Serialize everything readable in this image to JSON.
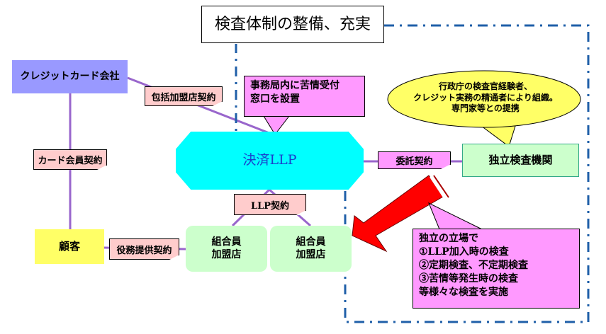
{
  "title": "検査体制の整備、充実",
  "nodes": {
    "credit_card_company": "クレジットカード会社",
    "settlement_llp": "決済LLP",
    "member_store_1": [
      "組合員",
      "加盟店"
    ],
    "member_store_2": [
      "組合員",
      "加盟店"
    ],
    "customer": "顧客",
    "independent_inspection": "独立検査機関"
  },
  "contracts": {
    "comprehensive_merchant": "包括加盟店契約",
    "card_member": "カード会員契約",
    "service_provision": "役務提供契約",
    "llp_contract": "LLP契約",
    "consignment": "委託契約"
  },
  "callouts": {
    "complaint_window": [
      "事務局内に苦情受付",
      "窓口を設置"
    ],
    "experts": [
      "行政庁の検査官経験者、",
      "クレジット実務の精通者により組織。",
      "専門家等との提携"
    ],
    "inspections": [
      "独立の立場で",
      "①LLP加入時の検査",
      "②定期検査、不定期検査",
      "③苦情等発生時の検査",
      "等様々な検査を実施"
    ]
  },
  "colors": {
    "credit_card_company": "#9999ff",
    "llp": "#00ffff",
    "llp_text": "#1a3fcc",
    "member": "#ccffcc",
    "customer": "#ffff66",
    "contract_note": "#ffcccc",
    "pink_callout": "#ff99ff",
    "experts_bubble": "#ffff66",
    "connector": "#9966cc",
    "dashed_boundary": "#1f5fa8",
    "arrow": "#ff0000"
  }
}
